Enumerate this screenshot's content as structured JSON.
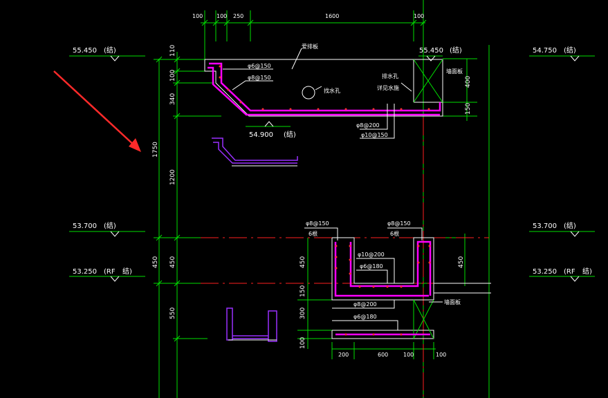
{
  "top_dims": [
    "100",
    "100",
    "250",
    "1600",
    "100"
  ],
  "left_dims": [
    "110",
    "100",
    "340",
    "1750",
    "1200",
    "450",
    "450",
    "150",
    "300",
    "550",
    "100"
  ],
  "bottom_dims": [
    "200",
    "600",
    "100",
    "100"
  ],
  "right_dims": [
    "400",
    "150",
    "450"
  ],
  "elevations": {
    "e1": {
      "value": "55.450",
      "note": "(结)"
    },
    "e2": {
      "value": "55.450",
      "note": "(结)"
    },
    "e3": {
      "value": "54.750",
      "note": "(结)"
    },
    "e4": {
      "value": "54.900",
      "note": "(结)"
    },
    "e5": {
      "value": "53.700",
      "note": "(结)"
    },
    "e6": {
      "value": "53.700",
      "note": "(结)"
    },
    "e7": {
      "value": "53.250",
      "note": "(RF",
      "note2": "结)"
    },
    "e8": {
      "value": "53.250",
      "note": "(RF",
      "note2": "结)"
    }
  },
  "top_labels": [
    "φ6@150",
    "φ8@150",
    "φ8@200",
    "φ10@150",
    "φ8@150",
    "φ8@150",
    "6根",
    "6根",
    "φ10@200",
    "φ6@180",
    "φ8@200",
    "φ6@180"
  ],
  "chinese_labels": [
    "爱排板",
    "找水孔",
    "排水孔",
    "详见水施",
    "墙面板",
    "墙面板"
  ],
  "colors": {
    "green": "#00e000",
    "red": "#ff2020",
    "white": "#ffffff",
    "magenta": "#ff00ff",
    "purple": "#9a30ff",
    "annot_red": "#ff2a2a"
  }
}
